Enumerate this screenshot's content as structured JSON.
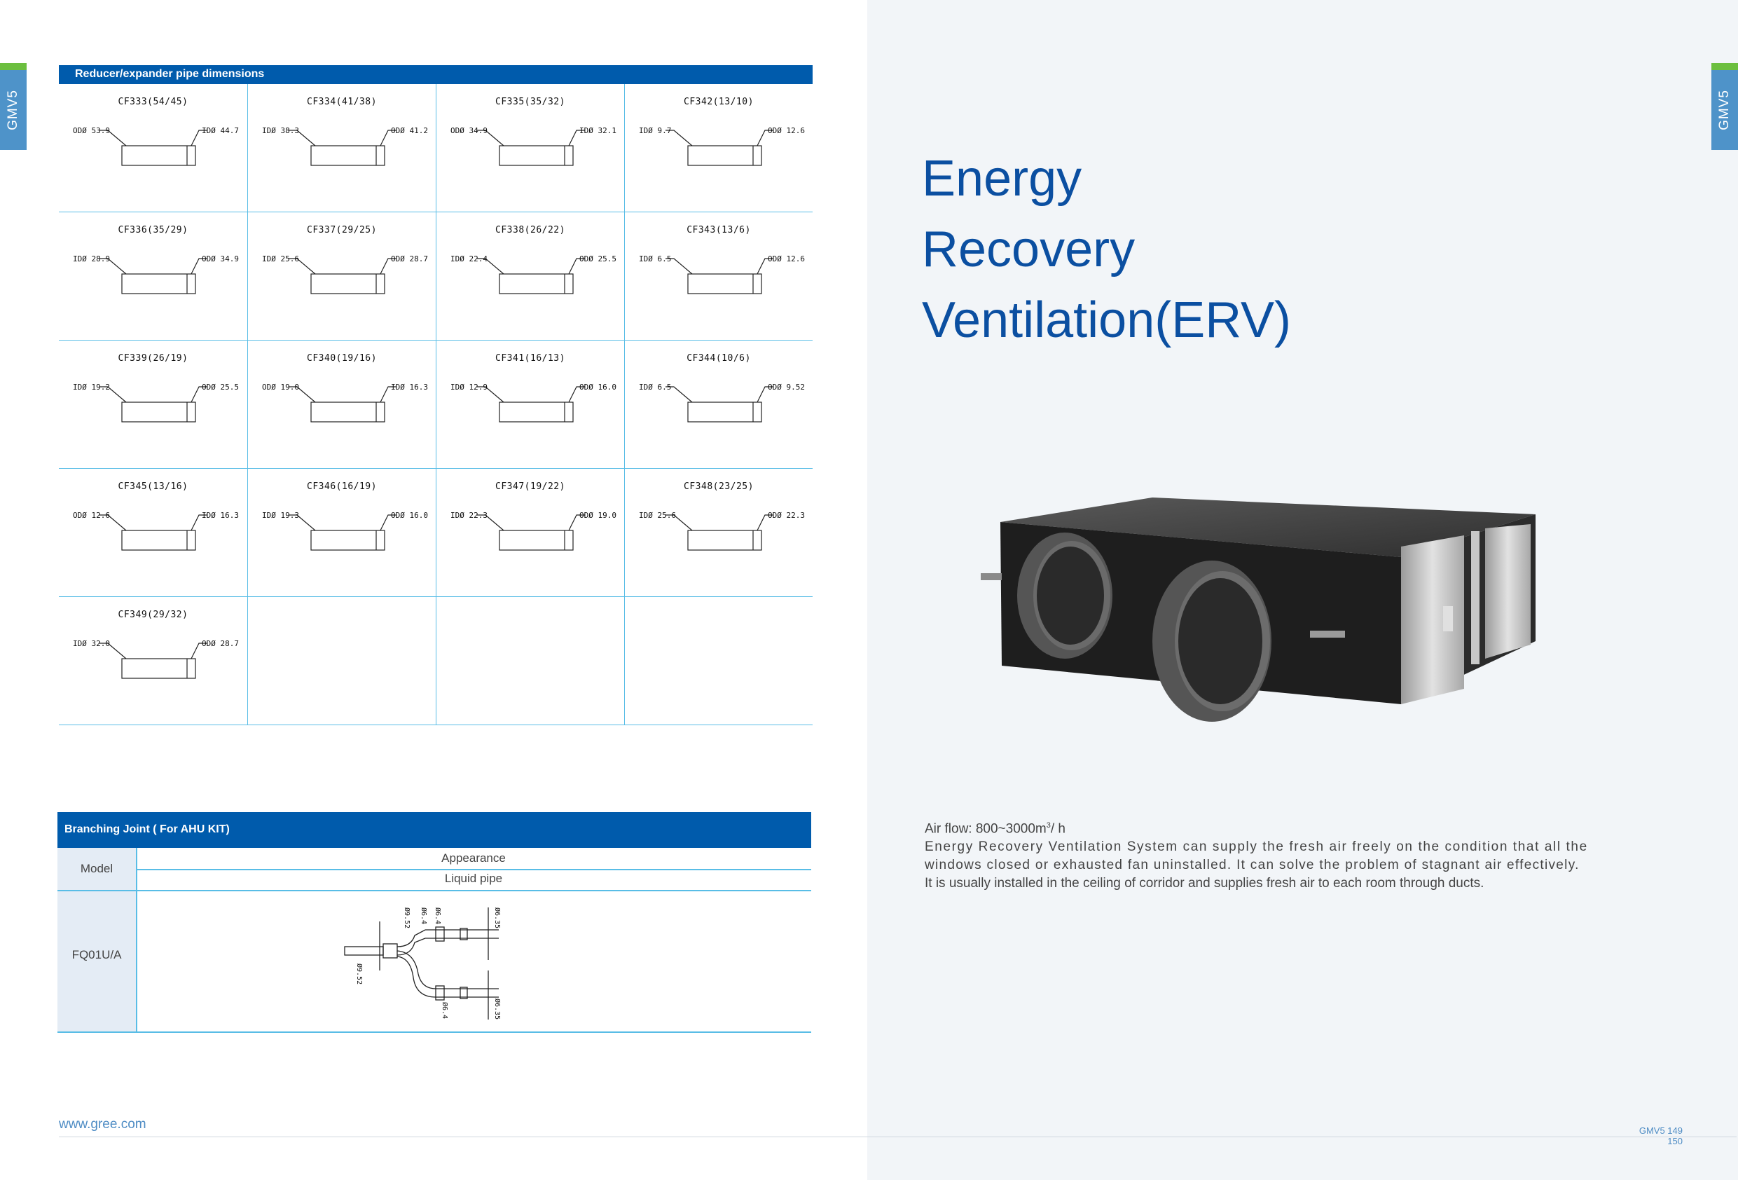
{
  "side_tab": {
    "label": "GMV5"
  },
  "reducer_table": {
    "title": "Reducer/expander pipe dimensions",
    "cells": [
      {
        "model": "CF333(54/45)",
        "left": "ODØ 53.9",
        "right": "IDØ 44.7"
      },
      {
        "model": "CF334(41/38)",
        "left": "IDØ 38.3",
        "right": "ODØ 41.2"
      },
      {
        "model": "CF335(35/32)",
        "left": "ODØ 34.9",
        "right": "IDØ 32.1"
      },
      {
        "model": "CF342(13/10)",
        "left": "IDØ 9.7",
        "right": "ODØ 12.6"
      },
      {
        "model": "CF336(35/29)",
        "left": "IDØ 28.9",
        "right": "ODØ 34.9"
      },
      {
        "model": "CF337(29/25)",
        "left": "IDØ 25.6",
        "right": "ODØ 28.7"
      },
      {
        "model": "CF338(26/22)",
        "left": "IDØ 22.4",
        "right": "ODØ 25.5"
      },
      {
        "model": "CF343(13/6)",
        "left": "IDØ 6.5",
        "right": "ODØ 12.6"
      },
      {
        "model": "CF339(26/19)",
        "left": "IDØ 19.2",
        "right": "ODØ 25.5"
      },
      {
        "model": "CF340(19/16)",
        "left": "ODØ 19.0",
        "right": "IDØ 16.3"
      },
      {
        "model": "CF341(16/13)",
        "left": "IDØ 12.9",
        "right": "ODØ 16.0"
      },
      {
        "model": "CF344(10/6)",
        "left": "IDØ 6.5",
        "right": "ODØ 9.52"
      },
      {
        "model": "CF345(13/16)",
        "left": "ODØ 12.6",
        "right": "IDØ 16.3"
      },
      {
        "model": "CF346(16/19)",
        "left": "IDØ 19.3",
        "right": "ODØ 16.0"
      },
      {
        "model": "CF347(19/22)",
        "left": "IDØ 22.3",
        "right": "ODØ 19.0"
      },
      {
        "model": "CF348(23/25)",
        "left": "IDØ 25.6",
        "right": "ODØ 22.3"
      },
      {
        "model": "CF349(29/32)",
        "left": "IDØ 32.0",
        "right": "ODØ 28.7"
      }
    ]
  },
  "branch_table": {
    "title": "Branching Joint ( For AHU KIT)",
    "model_header": "Model",
    "appearance_header": "Appearance",
    "liquid_header": "Liquid pipe",
    "model": "FQ01U/A",
    "dim_labels": [
      "Ø9.52",
      "Ø6.4",
      "Ø6.4",
      "Ø6.35",
      "Ø9.52",
      "Ø6.4",
      "Ø6.35"
    ]
  },
  "product": {
    "title_lines": [
      "Energy",
      "Recovery",
      "Ventilation(ERV)"
    ],
    "airflow_prefix": "Air flow: 800~3000m",
    "airflow_sup": "3",
    "airflow_suffix": "/ h",
    "desc_1": "Energy Recovery Ventilation System can supply the fresh air freely on the condition that all the",
    "desc_2": "windows closed or exhausted fan uninstalled. It can solve the problem of stagnant air effectively.",
    "desc_3": "It is usually installed in the ceiling of corridor and supplies fresh air to each room through ducts."
  },
  "footer": {
    "url": "www.gree.com",
    "page_a": "GMV5 149",
    "page_b": "150"
  },
  "colors": {
    "brand_blue": "#005bac",
    "title_blue": "#0b4fa1",
    "grid_line": "#59bde6",
    "tab_blue": "#4e93c9",
    "tab_green": "#6cbf3f",
    "panel_bg": "#f2f5f8"
  }
}
